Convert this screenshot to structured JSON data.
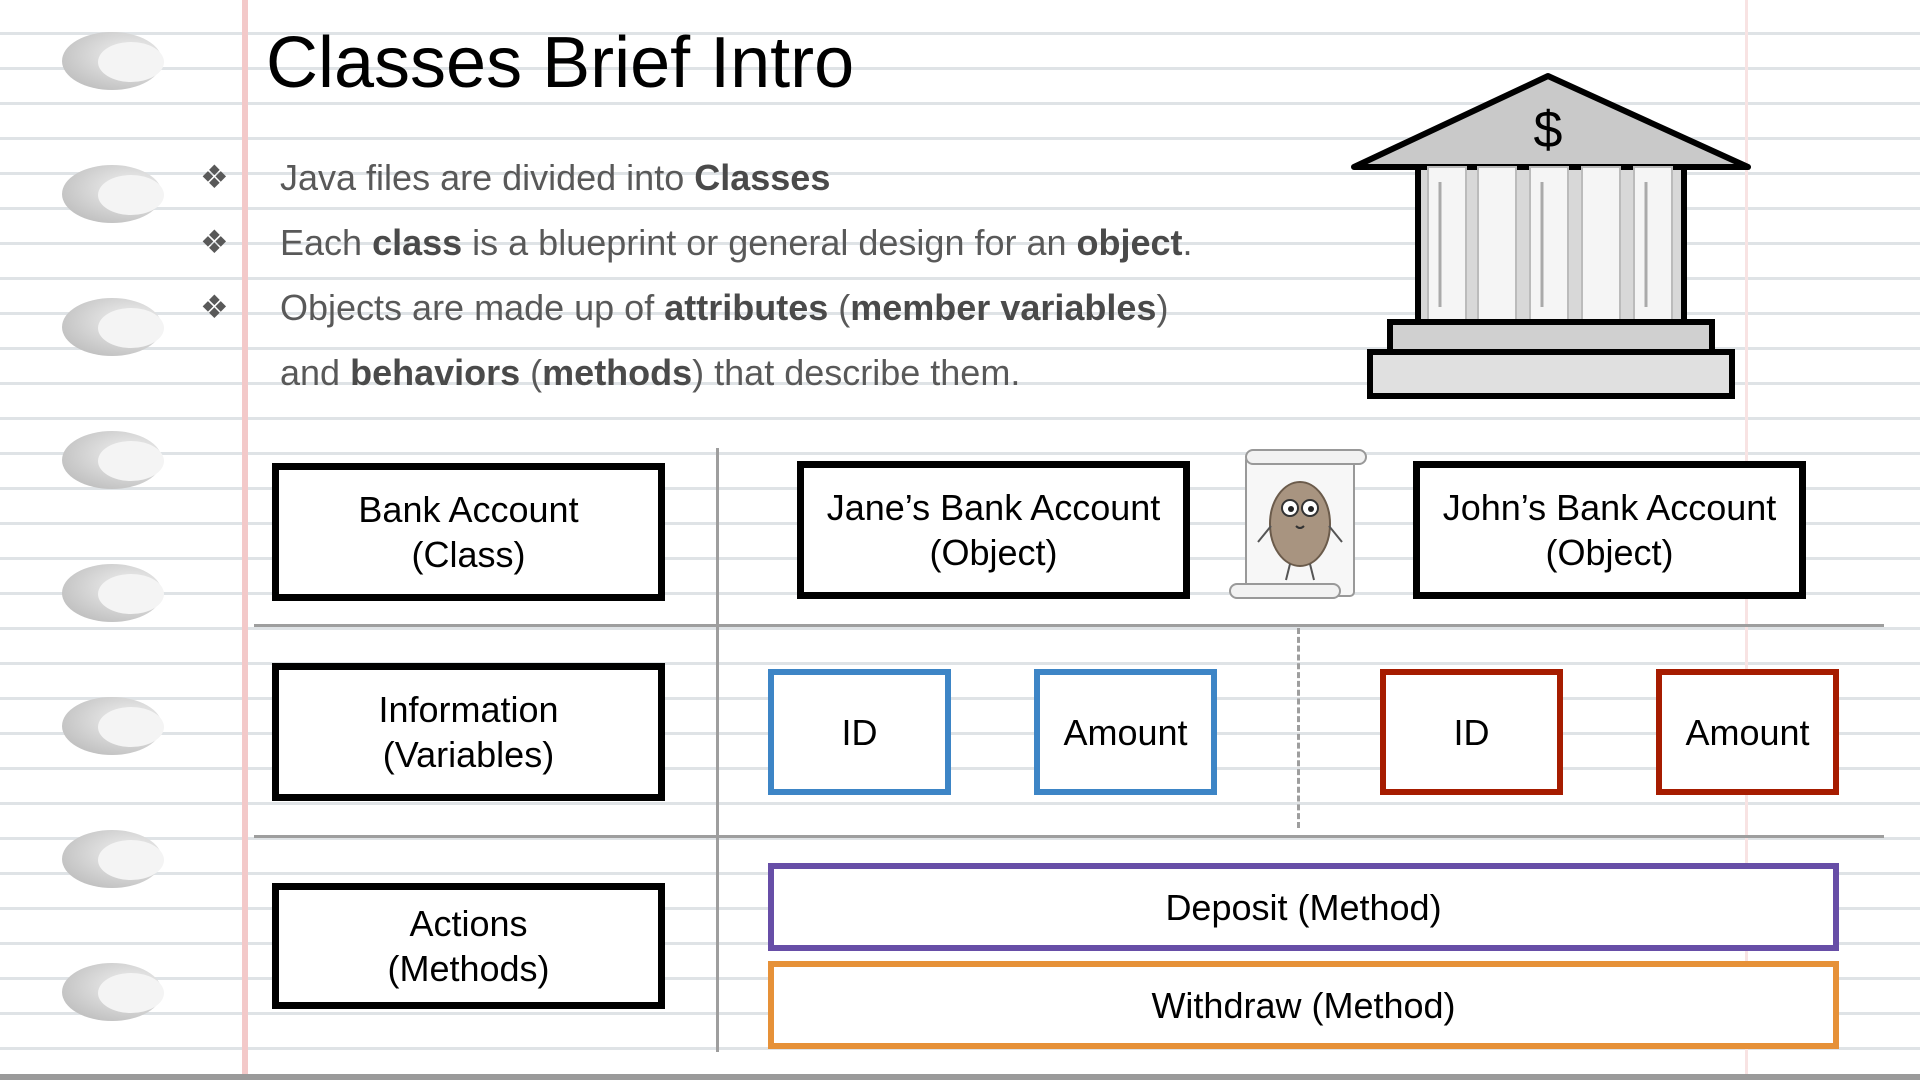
{
  "title": "Classes Brief Intro",
  "bullet_symbol": "❖",
  "bullets": [
    {
      "p1": "Java files are divided into ",
      "b1": "Classes",
      "p2": "",
      "b2": "",
      "p3": "",
      "b3": "",
      "p4": "",
      "b4": "",
      "p5": ""
    },
    {
      "p1": "Each ",
      "b1": "class",
      "p2": " is a blueprint or general design for an ",
      "b2": "object",
      "p3": ".",
      "b3": "",
      "p4": "",
      "b4": "",
      "p5": ""
    },
    {
      "p1": "Objects are made up of ",
      "b1": "attributes",
      "p2": " (",
      "b2": "member variables",
      "p3": ")",
      "b3": "",
      "p4": "",
      "b4": "",
      "p5": ""
    },
    {
      "p1": "and ",
      "b1": "behaviors",
      "p2": " (",
      "b2": "methods",
      "p3": ") that describe them.",
      "b3": "",
      "p4": "",
      "b4": "",
      "p5": ""
    }
  ],
  "bank_icon": {
    "symbol": "$",
    "name": "bank-building-icon"
  },
  "rows": {
    "class_label": {
      "line1": "Bank Account",
      "line2": "(Class)"
    },
    "info_label": {
      "line1": "Information",
      "line2": "(Variables)"
    },
    "actions_label": {
      "line1": "Actions",
      "line2": "(Methods)"
    }
  },
  "objects": {
    "jane": {
      "line1": "Jane’s Bank Account",
      "line2": "(Object)"
    },
    "john": {
      "line1": "John’s Bank Account",
      "line2": "(Object)"
    }
  },
  "variables": {
    "jane_id": "ID",
    "jane_amount": "Amount",
    "john_id": "ID",
    "john_amount": "Amount"
  },
  "methods": {
    "deposit": "Deposit (Method)",
    "withdraw": "Withdraw (Method)"
  },
  "colors": {
    "jane": "#3d85c6",
    "john": "#a61c00",
    "deposit": "#674ea7",
    "withdraw": "#e69138"
  }
}
